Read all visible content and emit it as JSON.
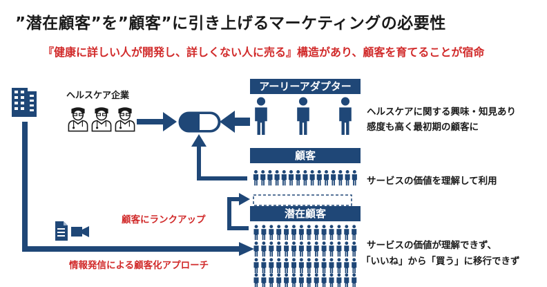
{
  "title": "”潜在顧客”を”顧客”に引き上げるマーケティングの必要性",
  "subtitle": "『健康に詳しい人が開発し、詳しくない人に売る』構造があり、顧客を育てることが宿命",
  "healthcare_company": {
    "label": "ヘルスケア企業"
  },
  "segments": {
    "early_adopter": {
      "label": "アーリーアダプター",
      "description_line1": "ヘルスケアに関する興味・知見あり",
      "description_line2": "感度も高く最初期の顧客に"
    },
    "customer": {
      "label": "顧客",
      "description": "サービスの価値を理解して利用"
    },
    "potential_customer": {
      "label": "潜在顧客",
      "description_line1": "サービスの価値が理解できず、",
      "description_line2": "「いいね」から「買う」に移行できず"
    }
  },
  "arrows": {
    "rank_up_label": "顧客にランクアップ",
    "approach_label": "情報発信による顧客化アプローチ"
  },
  "colors": {
    "navy": "#1f4777",
    "red": "#d12a2a"
  },
  "icons": [
    "building-icon",
    "doctor-icon",
    "capsule-icon",
    "person-icon",
    "document-icon",
    "video-camera-icon"
  ]
}
